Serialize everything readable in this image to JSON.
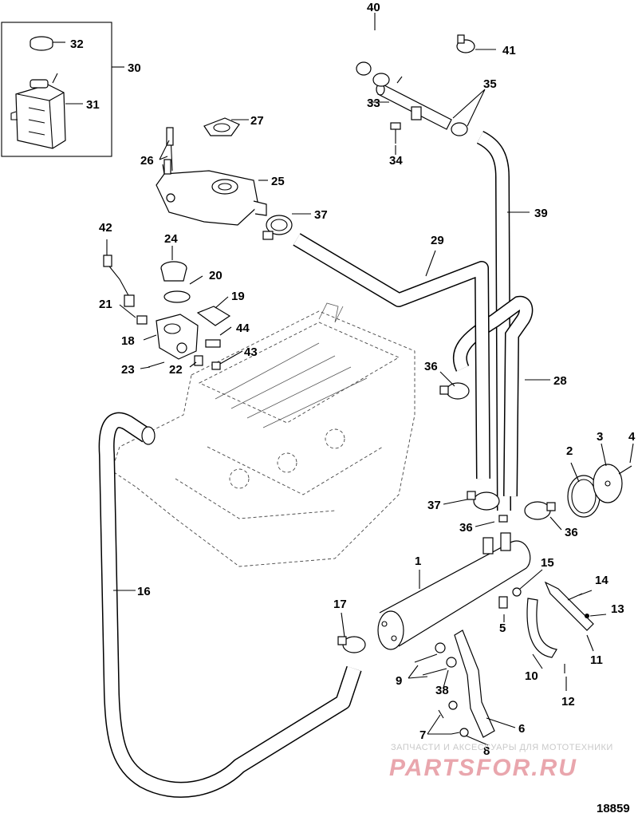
{
  "diagram": {
    "figure_number": "18859",
    "callouts": {
      "c1": "1",
      "c2": "2",
      "c3": "3",
      "c4": "4",
      "c5": "5",
      "c6": "6",
      "c7": "7",
      "c8": "8",
      "c9": "9",
      "c10": "10",
      "c11": "11",
      "c12": "12",
      "c13": "13",
      "c14": "14",
      "c15": "15",
      "c16": "16",
      "c17": "17",
      "c18": "18",
      "c19": "19",
      "c20": "20",
      "c21": "21",
      "c22": "22",
      "c23": "23",
      "c24": "24",
      "c25": "25",
      "c26": "26",
      "c27": "27",
      "c28": "28",
      "c29": "29",
      "c30": "30",
      "c31": "31",
      "c32": "32",
      "c33": "33",
      "c34": "34",
      "c35": "35",
      "c36a": "36",
      "c36b": "36",
      "c36c": "36",
      "c37a": "37",
      "c37b": "37",
      "c38": "38",
      "c39": "39",
      "c40": "40",
      "c41": "41",
      "c42": "42",
      "c43": "43",
      "c44": "44"
    }
  },
  "watermark": {
    "caption": "ЗАПЧАСТИ И АКСЕССУАРЫ ДЛЯ МОТОТЕХНИКИ",
    "brand": "PARTSFOR.RU"
  }
}
